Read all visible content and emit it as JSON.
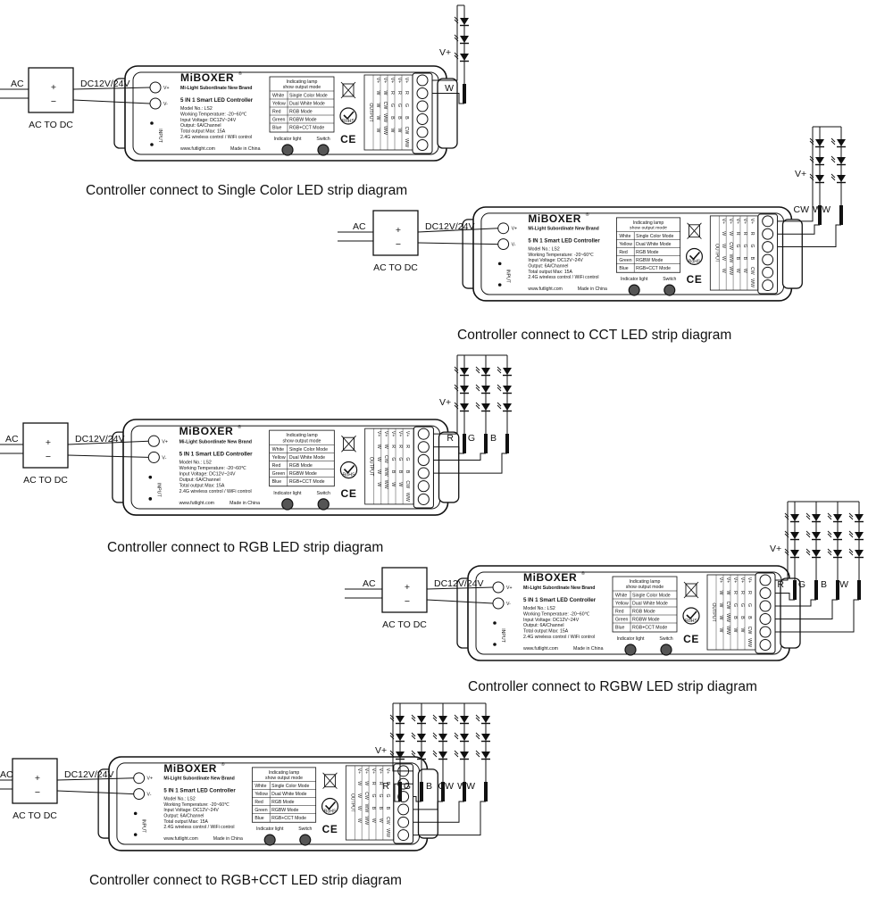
{
  "controller": {
    "brand": "MiBOXER",
    "reg_mark": "®",
    "subtitle": "Mi-Light Subordinate New Brand",
    "product": "5 IN 1 Smart LED Controller",
    "specs": [
      "Model No.: LS2",
      "Working Temperature: -20~60℃",
      "Input Voltage: DC12V~24V",
      "Output: 6A/Channel",
      "Total output Max: 15A",
      "2.4G wireless control / WiFi control"
    ],
    "website": "www.futlight.com",
    "made_in": "Made in China",
    "input_label": "INPUT",
    "vplus": "V+",
    "vminus": "V-",
    "lamp_title_1": "Indicating lamp",
    "lamp_title_2": "show output mode",
    "lamp_table": [
      [
        "White",
        "Single Color Mode"
      ],
      [
        "Yellow",
        "Dual White Mode"
      ],
      [
        "Red",
        "RGB Mode"
      ],
      [
        "Green",
        "RGBW Mode"
      ],
      [
        "Blue",
        "RGB+CCT Mode"
      ]
    ],
    "output_label": "OUTPUT",
    "output_columns": [
      [
        "V+",
        "W",
        "W",
        "W",
        "W"
      ],
      [
        "V+",
        "W",
        "CW",
        "WW",
        "WW"
      ],
      [
        "V+",
        "R",
        "G",
        "B",
        "W"
      ],
      [
        "V+",
        "R",
        "G",
        "B",
        "W"
      ],
      [
        "V+",
        "R",
        "G",
        "B",
        "CW",
        "WW"
      ]
    ],
    "indicator_label": "Indicator light",
    "switch_label": "Switch",
    "rohs": "RoHS",
    "ce": "CE"
  },
  "power": {
    "ac": "AC",
    "dc": "DC12V/24V",
    "converter": "AC TO DC",
    "plus": "+",
    "minus": "−"
  },
  "vplus_label": "V+",
  "diagrams": [
    {
      "caption": "Controller connect to Single Color LED strip diagram",
      "channels": [
        "W"
      ]
    },
    {
      "caption": "Controller connect to CCT LED strip diagram",
      "channels": [
        "CW",
        "WW"
      ]
    },
    {
      "caption": "Controller connect to RGB LED strip diagram",
      "channels": [
        "R",
        "G",
        "B"
      ]
    },
    {
      "caption": "Controller connect to RGBW LED strip diagram",
      "channels": [
        "R",
        "G",
        "B",
        "W"
      ]
    },
    {
      "caption": "Controller connect to RGB+CCT LED strip diagram",
      "channels": [
        "R",
        "G",
        "B",
        "CW",
        "WW"
      ]
    }
  ]
}
